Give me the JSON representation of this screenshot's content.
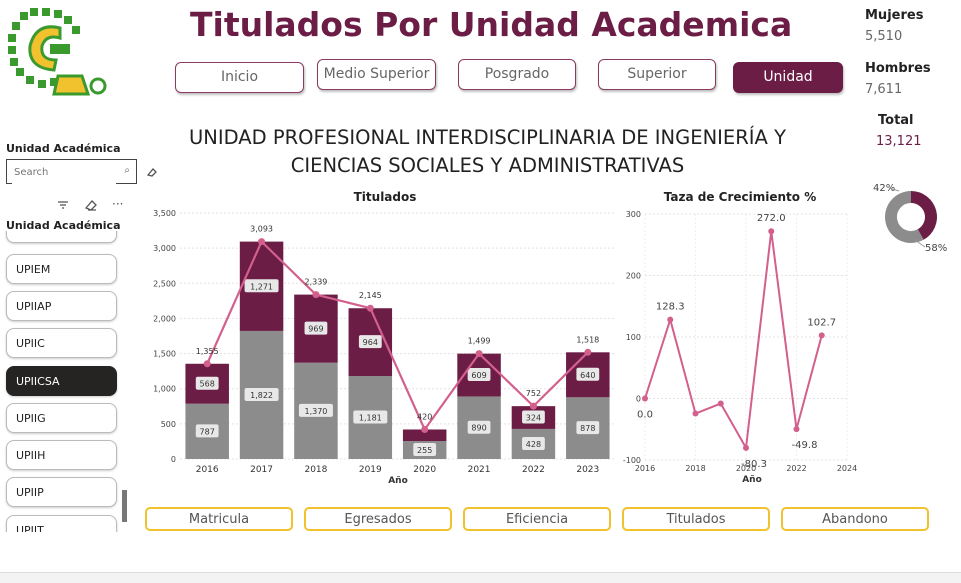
{
  "header": {
    "title": "Titulados Por Unidad Academica"
  },
  "nav": [
    {
      "label": "Inicio",
      "active": false
    },
    {
      "label": "Medio Superior",
      "active": false
    },
    {
      "label": "Posgrado",
      "active": false
    },
    {
      "label": "Superior",
      "active": false
    },
    {
      "label": "Unidad",
      "active": true
    }
  ],
  "stats": {
    "mujeres_label": "Mujeres",
    "mujeres_value": "5,510",
    "hombres_label": "Hombres",
    "hombres_value": "7,611",
    "total_label": "Total",
    "total_value": "13,121"
  },
  "unit_name": {
    "line1": "UNIDAD PROFESIONAL INTERDISCIPLINARIA DE INGENIERÍA Y",
    "line2": "CIENCIAS SOCIALES Y ADMINISTRATIVAS"
  },
  "slicer": {
    "header": "Unidad Académica",
    "search_placeholder": "Search",
    "list_header": "Unidad Académica",
    "items": [
      {
        "label": "UPIEM",
        "selected": false
      },
      {
        "label": "UPIIAP",
        "selected": false
      },
      {
        "label": "UPIIC",
        "selected": false
      },
      {
        "label": "UPIICSA",
        "selected": true
      },
      {
        "label": "UPIIG",
        "selected": false
      },
      {
        "label": "UPIIH",
        "selected": false
      },
      {
        "label": "UPIIP",
        "selected": false
      },
      {
        "label": "UPIIT",
        "selected": false
      }
    ]
  },
  "bottom_buttons": [
    "Matricula",
    "Egresados",
    "Eficiencia",
    "Titulados",
    "Abandono"
  ],
  "colors": {
    "brand": "#6b1d45",
    "gray": "#8c8c8c",
    "line": "#d35f8d",
    "gold": "#f2c12e"
  },
  "chart_data": [
    {
      "type": "bar",
      "title": "Titulados",
      "xlabel": "Año",
      "ylabel": "",
      "categories": [
        "2016",
        "2017",
        "2018",
        "2019",
        "2020",
        "2021",
        "2022",
        "2023"
      ],
      "ylim": [
        0,
        3500
      ],
      "yticks": [
        "0",
        "500",
        "1,000",
        "1,500",
        "2,000",
        "2,500",
        "3,000",
        "3,500"
      ],
      "series": [
        {
          "values": [
            787,
            1822,
            1370,
            1181,
            255,
            890,
            428,
            878
          ],
          "value_labels": [
            "787",
            "1,822",
            "1,370",
            "1,181",
            "255",
            "890",
            "428",
            "878"
          ],
          "color": "#8c8c8c"
        },
        {
          "values": [
            568,
            1271,
            969,
            964,
            165,
            609,
            324,
            640
          ],
          "value_labels": [
            "568",
            "1,271",
            "969",
            "964",
            "",
            "609",
            "324",
            "640"
          ],
          "color": "#6b1d45"
        }
      ],
      "totals": [
        1355,
        3093,
        2339,
        2145,
        420,
        1499,
        752,
        1518
      ],
      "total_labels": [
        "1,355",
        "3,093",
        "2,339",
        "2,145",
        "420",
        "1,499",
        "752",
        "1,518"
      ],
      "grid": true
    },
    {
      "type": "line",
      "title": "Taza de Crecimiento %",
      "xlabel": "Año",
      "ylabel": "",
      "x": [
        2016,
        2017,
        2018,
        2019,
        2020,
        2021,
        2022,
        2023
      ],
      "y": [
        0.0,
        128.3,
        -24.4,
        -8.2,
        -80.3,
        272.0,
        -49.8,
        102.7
      ],
      "point_labels": [
        "0.0",
        "128.3",
        "",
        "",
        "-80.3",
        "272.0",
        "-49.8",
        "102.7"
      ],
      "xlim": [
        2016,
        2024
      ],
      "xticks": [
        "2016",
        "2018",
        "2020",
        "2022",
        "2024"
      ],
      "ylim": [
        -100,
        300
      ],
      "yticks": [
        "-100",
        "0",
        "100",
        "200",
        "300"
      ],
      "grid": true
    },
    {
      "type": "pie",
      "categories": [
        "Mujeres",
        "Hombres"
      ],
      "values": [
        42,
        58
      ],
      "labels": [
        "42%",
        "58%"
      ],
      "colors": [
        "#6b1d45",
        "#8c8c8c"
      ]
    }
  ]
}
